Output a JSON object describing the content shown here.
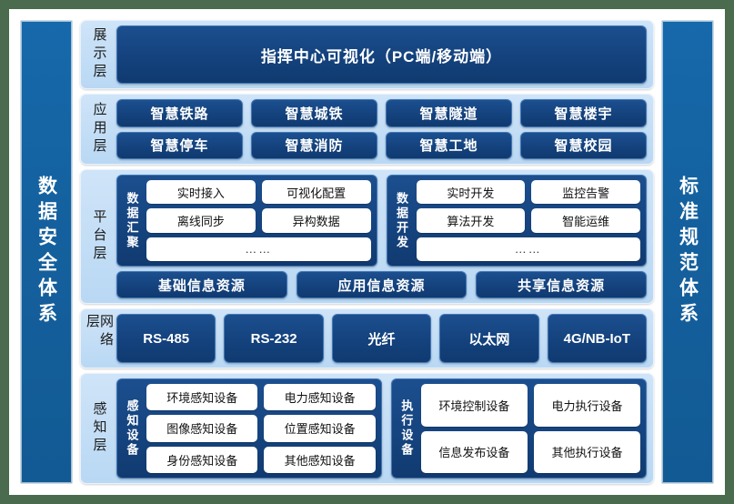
{
  "left_pillar": {
    "label": "数据安全体系"
  },
  "right_pillar": {
    "label": "标准规范体系"
  },
  "layers": {
    "display": {
      "label": "展示层",
      "banner": "指挥中心可视化（PC端/移动端）"
    },
    "application": {
      "label": "应用层",
      "row1": [
        "智慧铁路",
        "智慧城铁",
        "智慧隧道",
        "智慧楼宇"
      ],
      "row2": [
        "智慧停车",
        "智慧消防",
        "智慧工地",
        "智慧校园"
      ]
    },
    "platform": {
      "label": "平台层",
      "group_aggregation": {
        "label": "数据汇聚",
        "row1": [
          "实时接入",
          "可视化配置"
        ],
        "row2": [
          "离线同步",
          "异构数据"
        ],
        "row3": [
          "……"
        ]
      },
      "group_development": {
        "label": "数据开发",
        "row1": [
          "实时开发",
          "监控告警"
        ],
        "row2": [
          "算法开发",
          "智能运维"
        ],
        "row3": [
          "……"
        ]
      },
      "resources": [
        "基础信息资源",
        "应用信息资源",
        "共享信息资源"
      ]
    },
    "network": {
      "label": "网络层",
      "items": [
        "RS-485",
        "RS-232",
        "光纤",
        "以太网",
        "4G/NB-IoT"
      ]
    },
    "sensing": {
      "label": "感知层",
      "group_sensor": {
        "label": "感知设备",
        "row1": [
          "环境感知设备",
          "电力感知设备"
        ],
        "row2": [
          "图像感知设备",
          "位置感知设备"
        ],
        "row3": [
          "身份感知设备",
          "其他感知设备"
        ]
      },
      "group_actuator": {
        "label": "执行设备",
        "row1": [
          "环境控制设备",
          "电力执行设备"
        ],
        "row2": [
          "信息发布设备",
          "其他执行设备"
        ]
      }
    }
  },
  "colors": {
    "page_background": "#4a6b4e",
    "canvas": "#ffffff",
    "pillar_blue": "#1669ab",
    "layer_light_blue": "#c4dff6",
    "box_dark_blue": "#14427d",
    "inner_white": "#ffffff"
  }
}
